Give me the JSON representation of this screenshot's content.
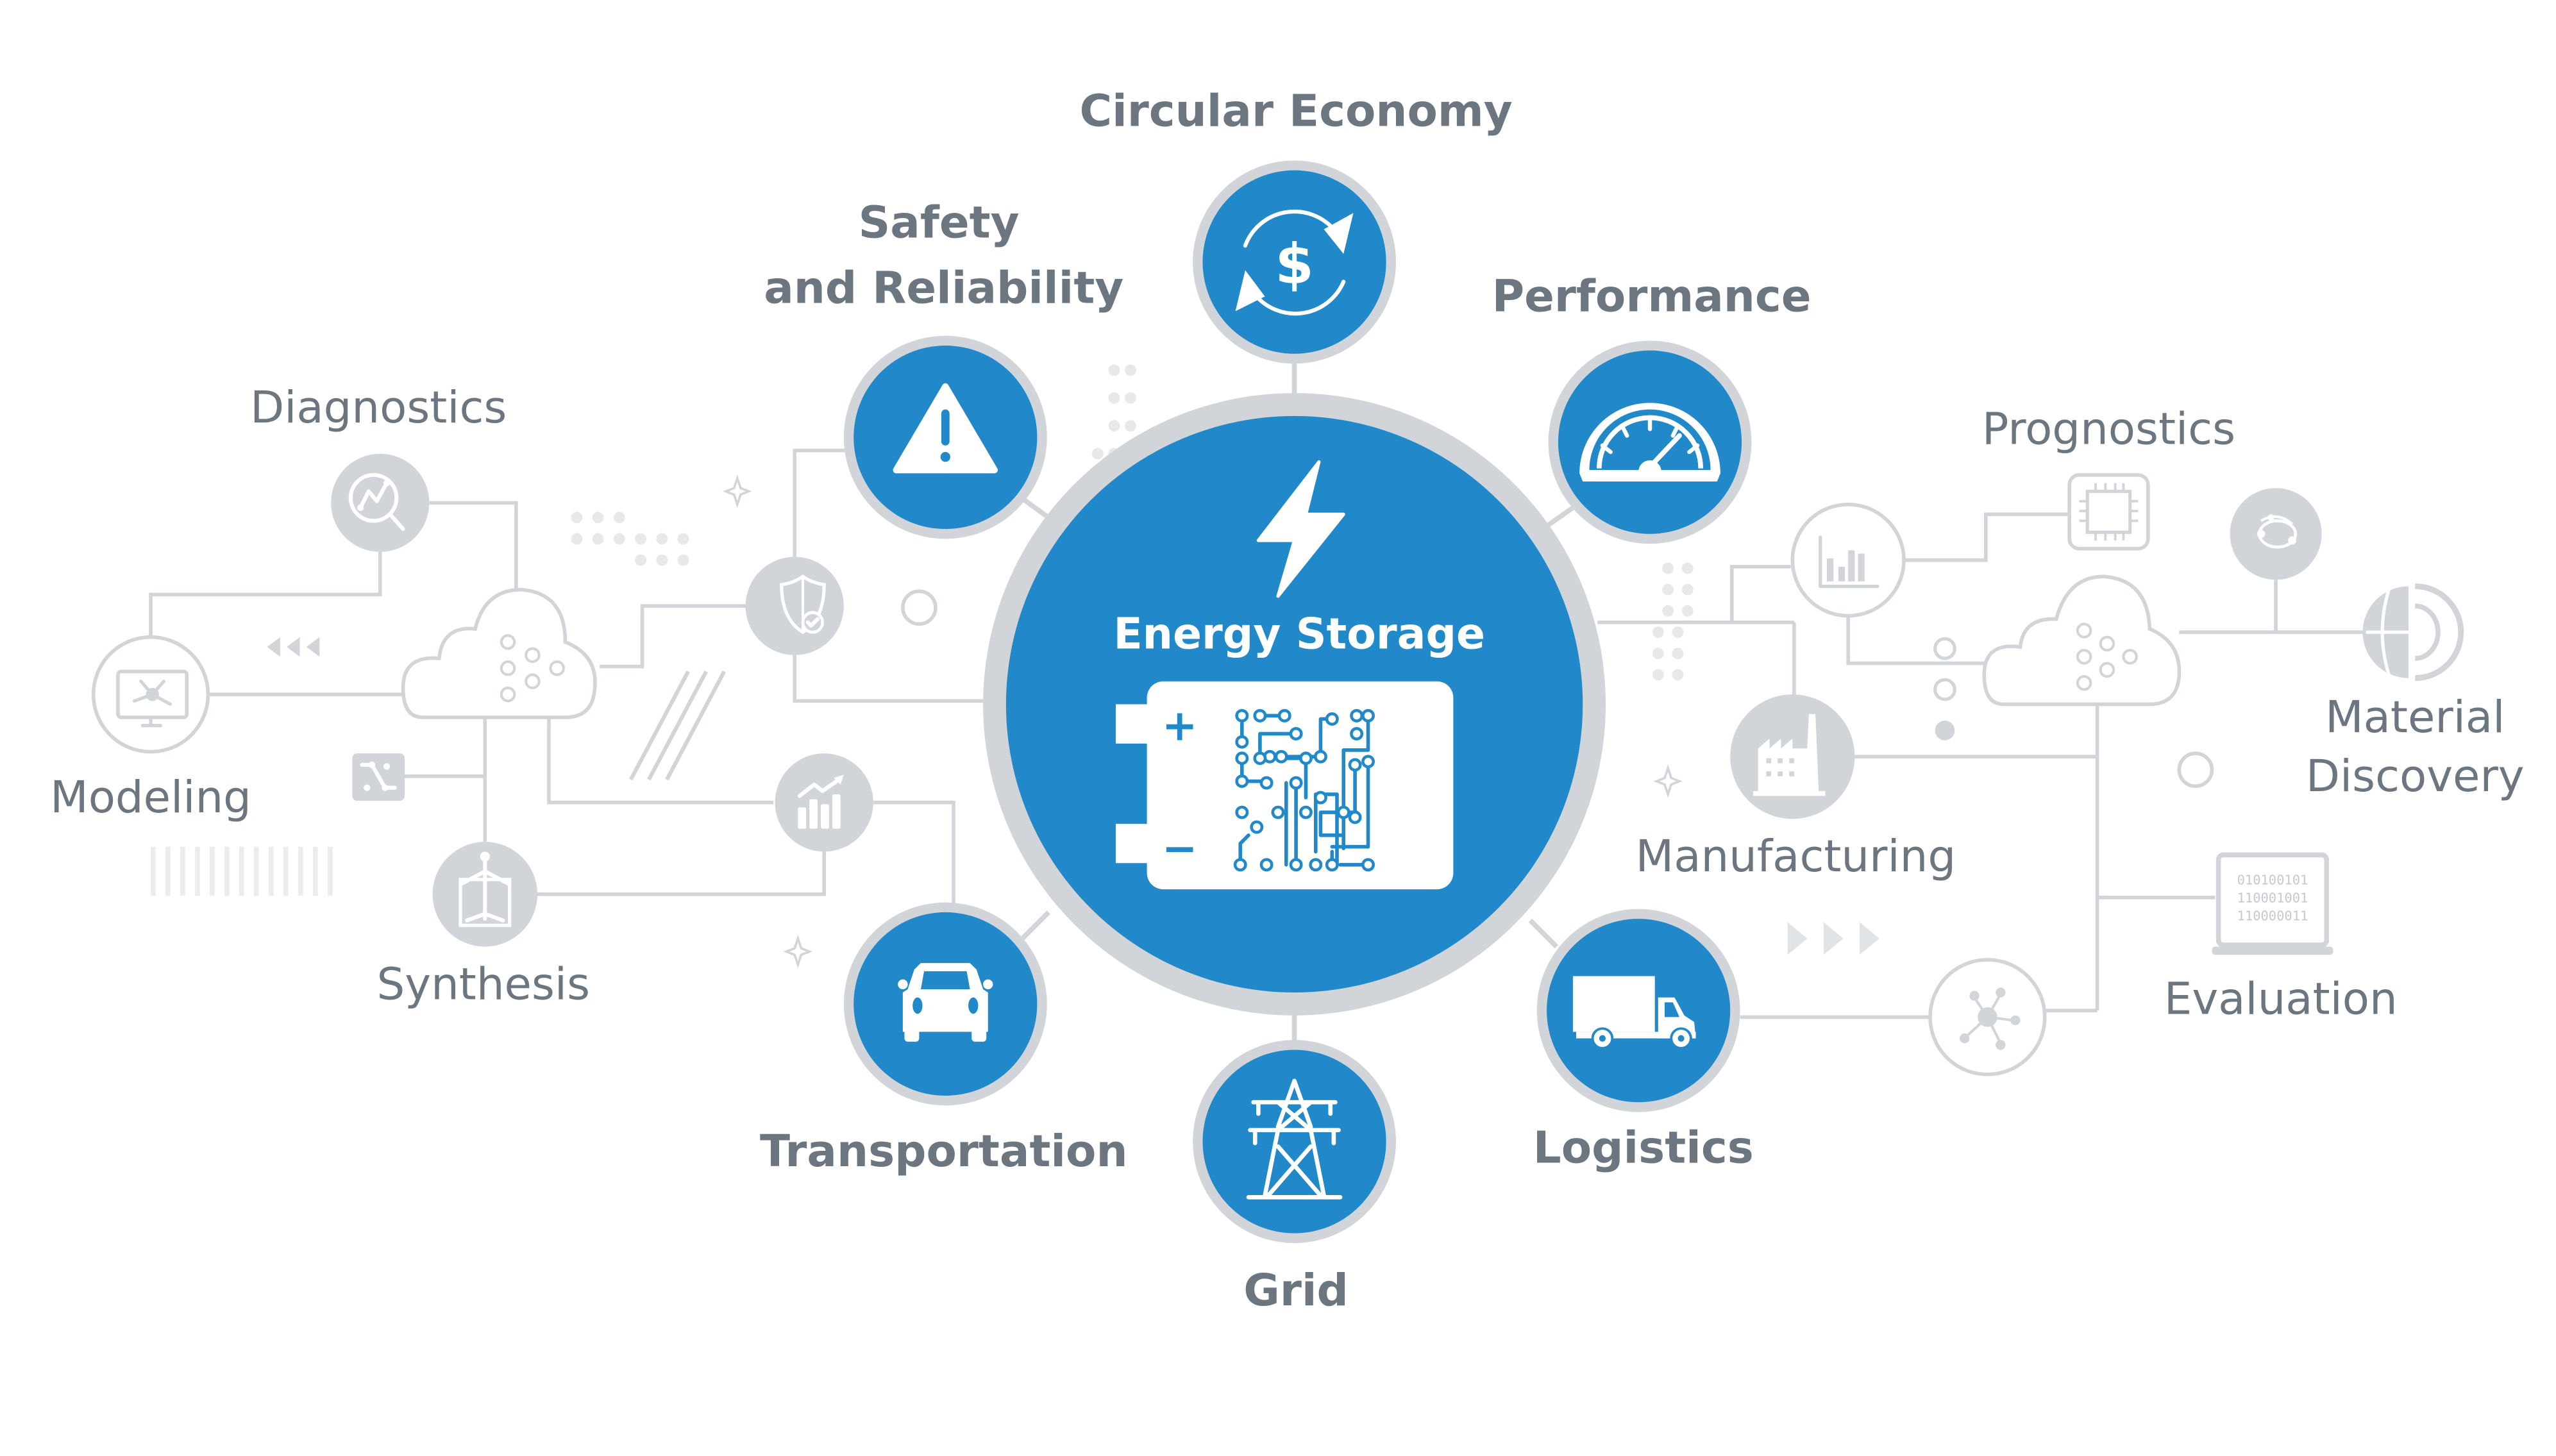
{
  "colors": {
    "primary_blue": "#2189CA",
    "ring_gray": "#D1D5D9",
    "label_gray": "#6B7680",
    "background": "#FFFFFF"
  },
  "center": {
    "label": "Energy Storage",
    "icons": [
      "lightning-bolt-icon",
      "battery-circuit-icon"
    ],
    "battery_symbols": {
      "plus": "+",
      "minus": "−"
    }
  },
  "satellites": [
    {
      "id": "circular-economy",
      "label": "Circular Economy",
      "icon": "dollar-cycle-icon"
    },
    {
      "id": "safety",
      "label_line1": "Safety",
      "label_line2": "and Reliability",
      "icon": "warning-triangle-icon"
    },
    {
      "id": "performance",
      "label": "Performance",
      "icon": "speedometer-icon"
    },
    {
      "id": "transportation",
      "label": "Transportation",
      "icon": "car-icon"
    },
    {
      "id": "grid",
      "label": "Grid",
      "icon": "power-tower-icon"
    },
    {
      "id": "logistics",
      "label": "Logistics",
      "icon": "truck-icon"
    }
  ],
  "left_network": {
    "nodes": [
      {
        "id": "diagnostics",
        "label": "Diagnostics",
        "icon": "magnifier-graph-icon"
      },
      {
        "id": "modeling",
        "label": "Modeling",
        "icon": "monitor-network-icon"
      },
      {
        "id": "synthesis",
        "label": "Synthesis",
        "icon": "reactor-vessel-icon"
      }
    ],
    "unlabeled_icons": [
      "cloud-neural-network-icon",
      "shield-check-icon",
      "bar-chart-growth-icon",
      "circuit-chip-icon"
    ]
  },
  "right_network": {
    "nodes": [
      {
        "id": "prognostics",
        "label": "Prognostics",
        "icon": "microchip-icon"
      },
      {
        "id": "material-discovery",
        "label_line1": "Material",
        "label_line2": "Discovery",
        "icon": "globe-icon"
      },
      {
        "id": "manufacturing",
        "label": "Manufacturing",
        "icon": "factory-icon"
      },
      {
        "id": "evaluation",
        "label": "Evaluation",
        "icon": "laptop-binary-icon"
      }
    ],
    "unlabeled_icons": [
      "cloud-neural-network-icon",
      "bar-chart-icon",
      "atom-orbit-icon",
      "network-hub-icon"
    ],
    "binary_lines": [
      "010100101",
      "110001001",
      "110000011"
    ]
  }
}
